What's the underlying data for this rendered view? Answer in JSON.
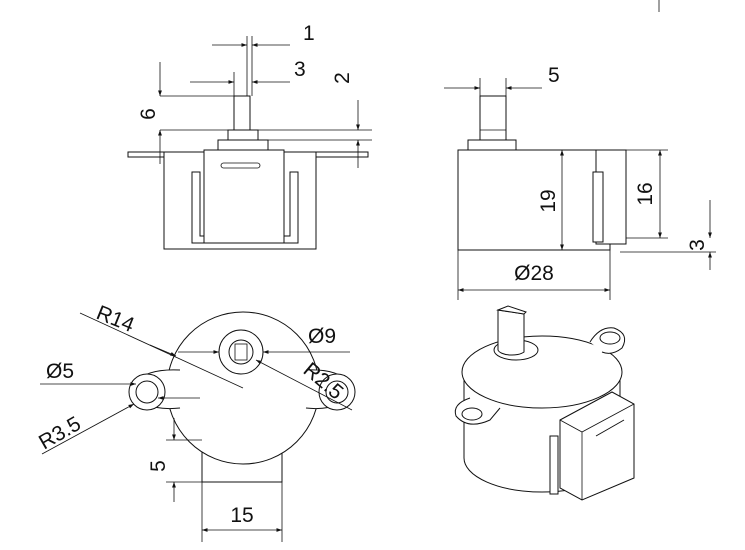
{
  "side_view_left": {
    "dimensions": {
      "wall": "1",
      "shaft_gap": "3",
      "flange": "2",
      "shaft_height": "6"
    }
  },
  "side_view_right": {
    "dimensions": {
      "shaft_width": "5",
      "body_height": "19",
      "box_height": "16",
      "box_offset": "3",
      "diameter": "Ø28"
    }
  },
  "top_view": {
    "dimensions": {
      "radius": "R14",
      "hub_diameter": "Ø9",
      "hole_diameter": "Ø5",
      "hole_radius": "R3.5",
      "hub_radius": "R2.5",
      "box_depth": "5",
      "box_width": "15"
    }
  }
}
